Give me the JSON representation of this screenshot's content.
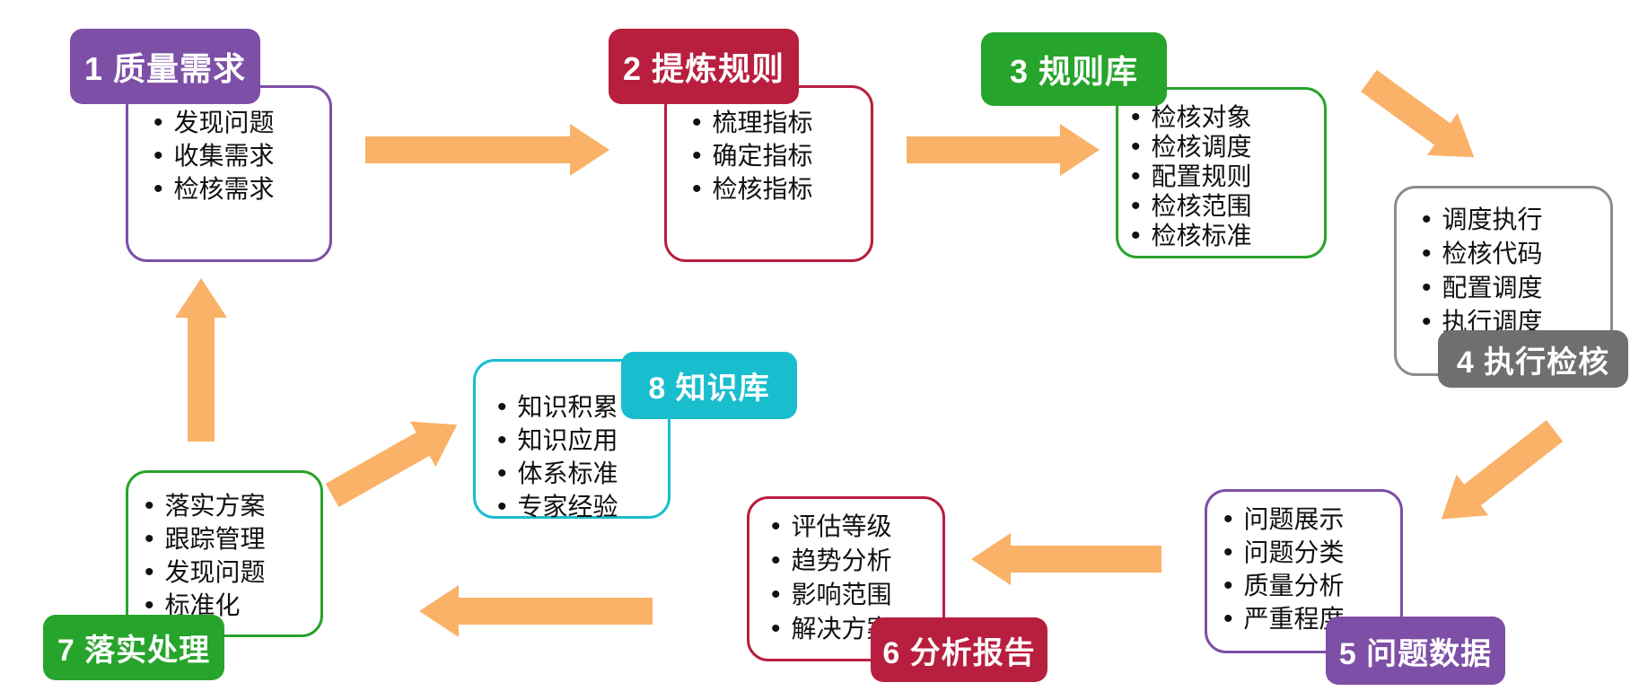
{
  "colors": {
    "purple": "#7D4FA6",
    "crimson": "#B81E3E",
    "green": "#27A42B",
    "gray": "#6F6F6F",
    "grayborder": "#8C8C8C",
    "cyan": "#19BECE",
    "arrow": "#F9B267",
    "text": "#111111",
    "background": "#FFFFFF"
  },
  "boxes": [
    {
      "label": "1 质量需求",
      "items": [
        "发现问题",
        "收集需求",
        "检核需求"
      ]
    },
    {
      "label": "2 提炼规则",
      "items": [
        "梳理指标",
        "确定指标",
        "检核指标"
      ]
    },
    {
      "label": "3 规则库",
      "items": [
        "检核对象",
        "检核调度",
        "配置规则",
        "检核范围",
        "检核标准"
      ]
    },
    {
      "label": "4 执行检核",
      "items": [
        "调度执行",
        "检核代码",
        "配置调度",
        "执行调度"
      ]
    },
    {
      "label": "5 问题数据",
      "items": [
        "问题展示",
        "问题分类",
        "质量分析",
        "严重程度"
      ]
    },
    {
      "label": "6 分析报告",
      "items": [
        "评估等级",
        "趋势分析",
        "影响范围",
        "解决方案"
      ]
    },
    {
      "label": "7 落实处理",
      "items": [
        "落实方案",
        "跟踪管理",
        "发现问题",
        "标准化"
      ]
    },
    {
      "label": "8 知识库",
      "items": [
        "知识积累",
        "知识应用",
        "体系标准",
        "专家经验"
      ]
    }
  ],
  "flow": [
    {
      "from": "1 质量需求",
      "to": "2 提炼规则",
      "direction": "right"
    },
    {
      "from": "2 提炼规则",
      "to": "3 规则库",
      "direction": "right"
    },
    {
      "from": "3 规则库",
      "to": "4 执行检核",
      "direction": "down-right"
    },
    {
      "from": "4 执行检核",
      "to": "5 问题数据",
      "direction": "down-left"
    },
    {
      "from": "5 问题数据",
      "to": "6 分析报告",
      "direction": "left"
    },
    {
      "from": "6 分析报告",
      "to": "7 落实处理",
      "direction": "left"
    },
    {
      "from": "7 落实处理",
      "to": "1 质量需求",
      "direction": "up"
    },
    {
      "from": "7 落实处理",
      "to": "8 知识库",
      "direction": "up-right"
    }
  ]
}
